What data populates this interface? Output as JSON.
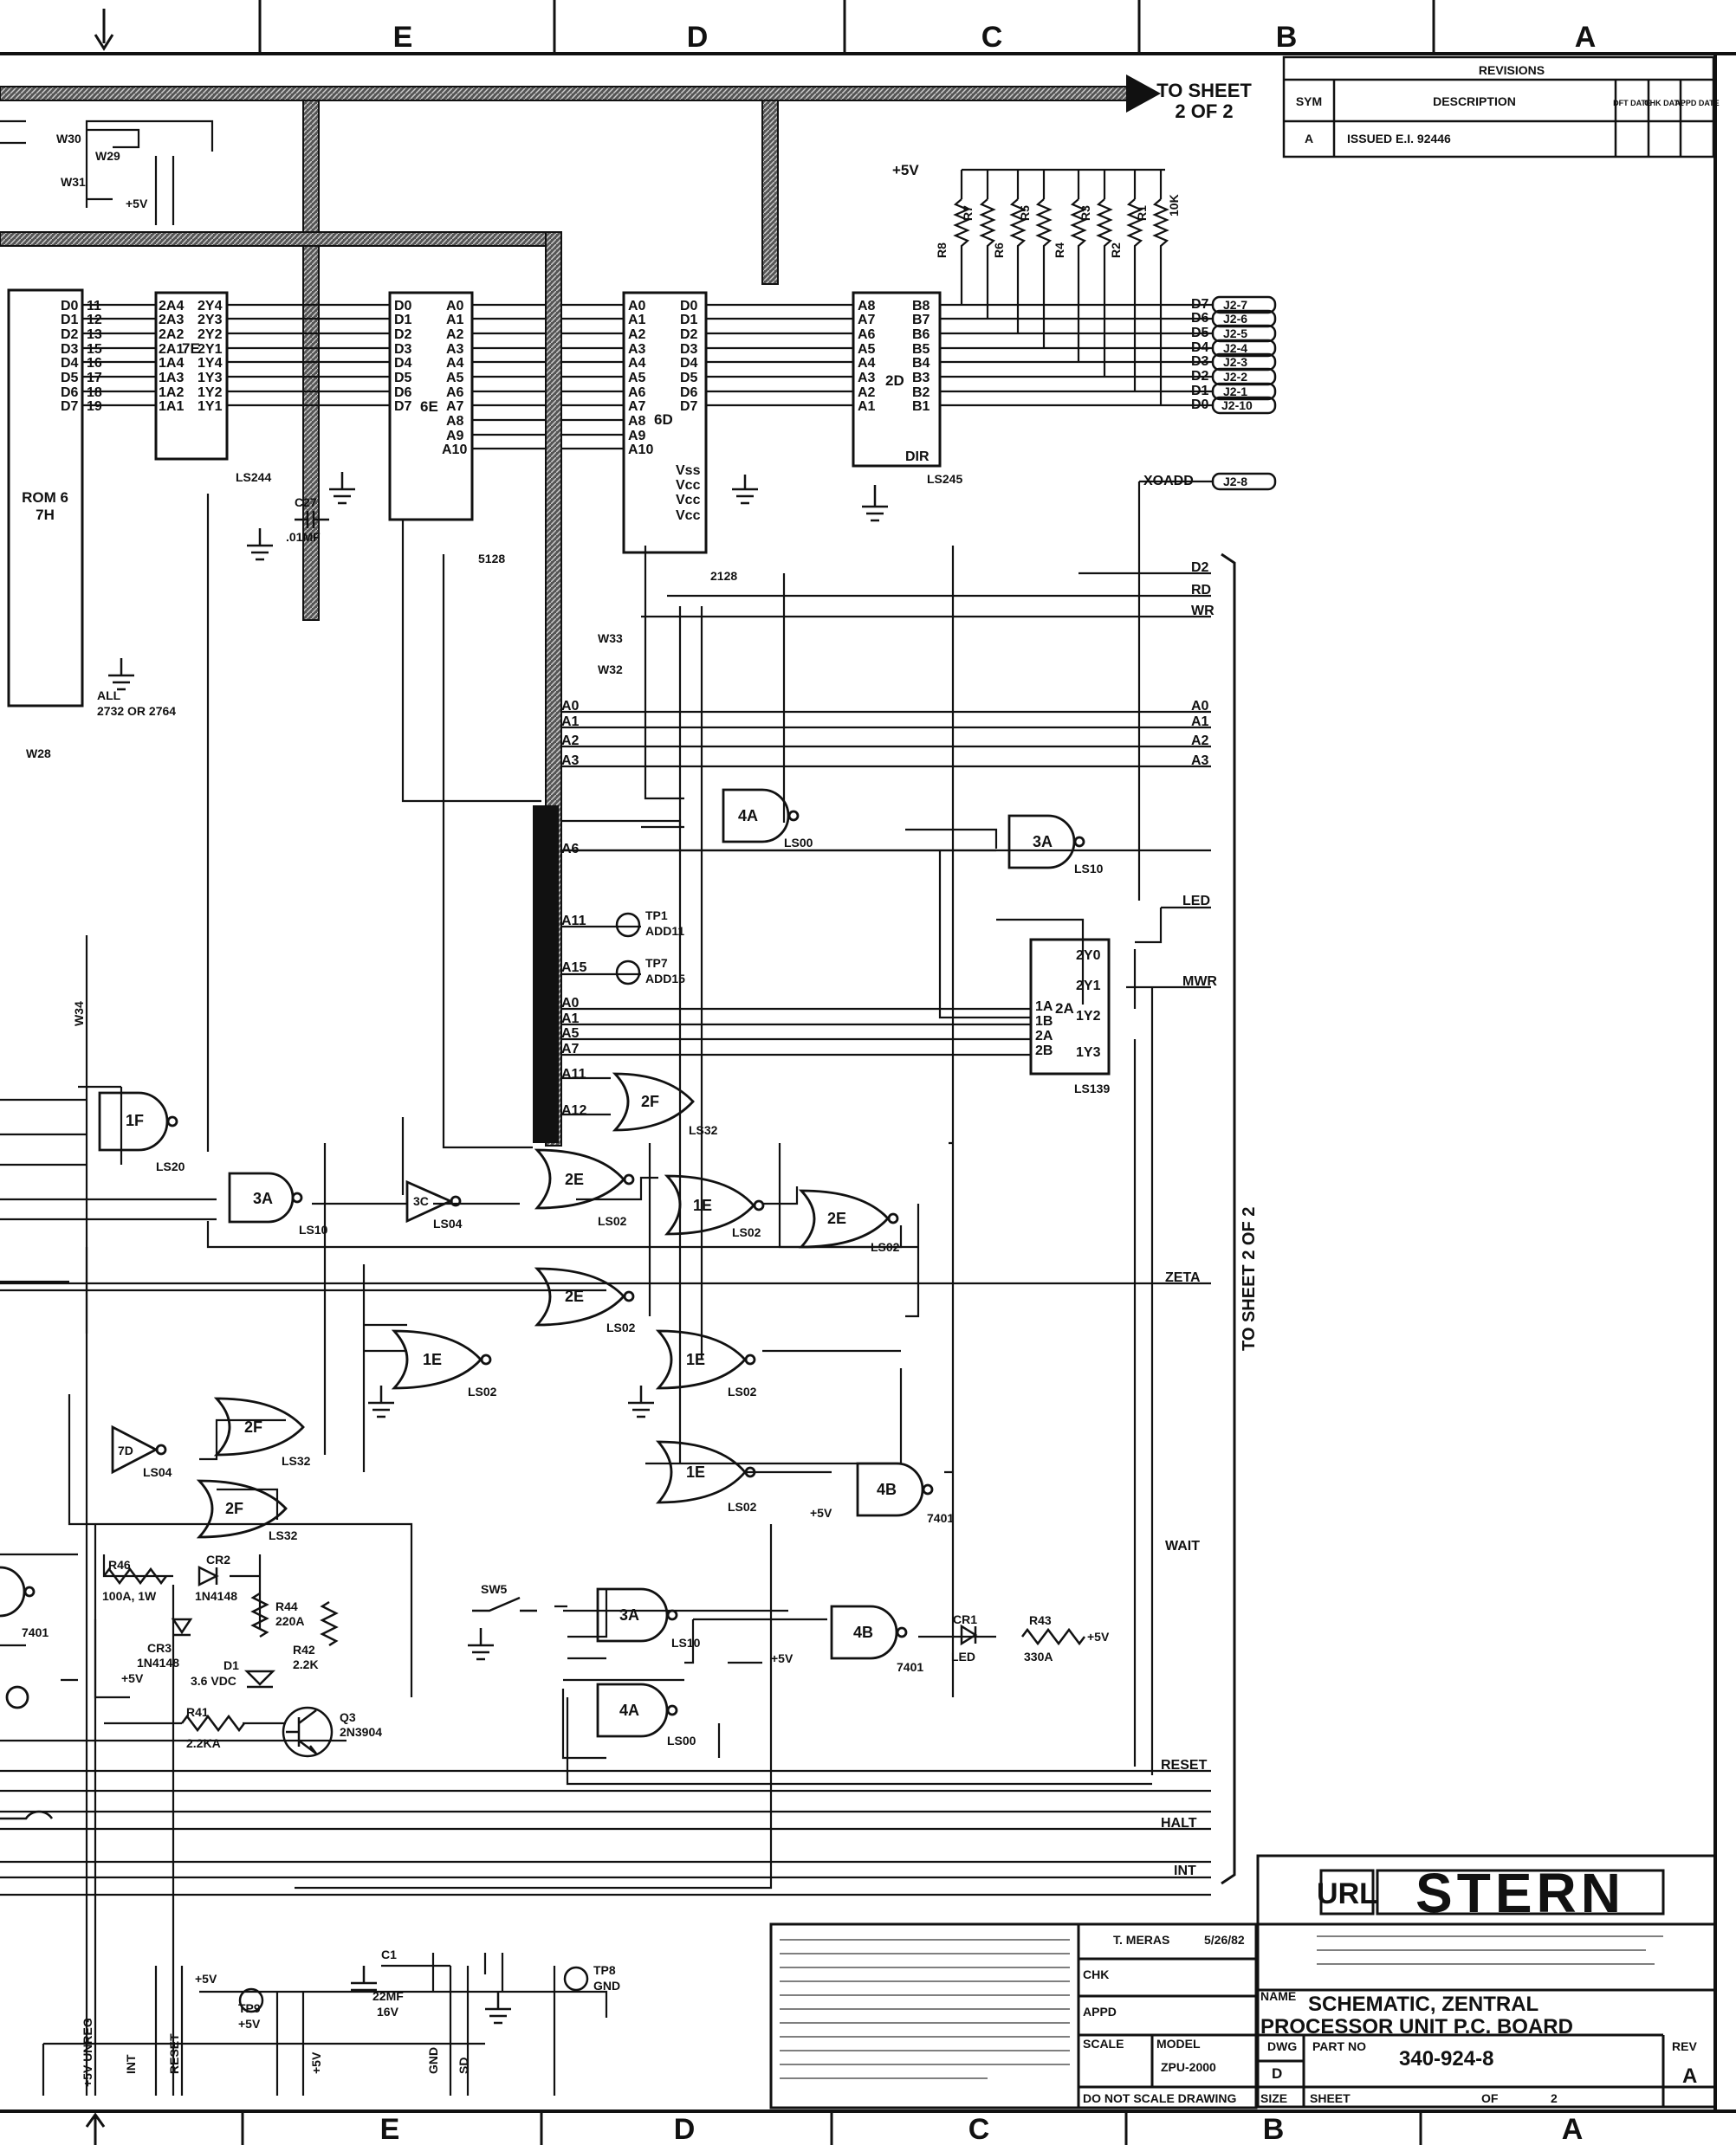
{
  "frame": {
    "zones_top": [
      "E",
      "D",
      "C",
      "B",
      "A"
    ],
    "zones_bottom": [
      "E",
      "D",
      "C",
      "B",
      "A"
    ]
  },
  "bus": {
    "to_sheet_label": "TO SHEET\n2 OF 2",
    "to_sheet_line1": "TO SHEET",
    "to_sheet_line2": "2 OF 2",
    "vertical_label": "TO SHEET 2 OF 2"
  },
  "revisions": {
    "title": "REVISIONS",
    "headers": [
      "SYM",
      "DESCRIPTION",
      "DFT DATE",
      "CHK DATE",
      "APPD DATE"
    ],
    "row": {
      "sym": "A",
      "description": "ISSUED E.I. 92446"
    }
  },
  "chips": {
    "rom": {
      "name": "ROM 6\n7H",
      "line1": "ROM 6",
      "line2": "7H",
      "note": "ALL\n2732 OR 2764",
      "note1": "ALL",
      "note2": "2732 OR 2764",
      "pins_left": [
        "D0",
        "D1",
        "D2",
        "D3",
        "D4",
        "D5",
        "D6",
        "D7"
      ],
      "pins_left_num": [
        "11",
        "12",
        "13",
        "15",
        "16",
        "17",
        "18",
        "19"
      ]
    },
    "ls244": {
      "label": "LS244",
      "ref": "7E",
      "left": [
        "2A4",
        "2A3",
        "2A2",
        "2A1",
        "1A4",
        "1A3",
        "1A2",
        "1A1"
      ],
      "right": [
        "2Y4",
        "2Y3",
        "2Y2",
        "2Y1",
        "1Y4",
        "1Y3",
        "1Y2",
        "1Y1"
      ]
    },
    "ram6e": {
      "ref": "6E",
      "type": "5128",
      "left": [
        "D0",
        "D1",
        "D2",
        "D3",
        "D4",
        "D5",
        "D6",
        "D7"
      ],
      "right": [
        "A0",
        "A1",
        "A2",
        "A3",
        "A4",
        "A5",
        "A6",
        "A7",
        "A8",
        "A9",
        "A10"
      ]
    },
    "ram6d": {
      "ref": "6D",
      "type": "2128",
      "left": [
        "A0",
        "A1",
        "A2",
        "A3",
        "A4",
        "A5",
        "A6",
        "A7",
        "A8",
        "A9",
        "A10"
      ],
      "right": [
        "D0",
        "D1",
        "D2",
        "D3",
        "D4",
        "D5",
        "D6",
        "D7",
        "Vss",
        "Vcc",
        "Vcc",
        "Vcc"
      ]
    },
    "ls245": {
      "label": "LS245",
      "ref": "2D",
      "left": [
        "A8",
        "A7",
        "A6",
        "A5",
        "A4",
        "A3",
        "A2",
        "A1"
      ],
      "right": [
        "B8",
        "B7",
        "B6",
        "B5",
        "B4",
        "B3",
        "B2",
        "B1"
      ],
      "dir": "DIR"
    },
    "ls139": {
      "label": "LS139",
      "ref": "2A",
      "left": [
        "1A",
        "1B",
        "2A",
        "2B"
      ],
      "right": [
        "2Y0",
        "2Y1",
        "1Y2",
        "1Y3"
      ]
    }
  },
  "resistors": {
    "supply": "+5V",
    "refs": [
      "R8",
      "R7",
      "R6",
      "R5",
      "R4",
      "R3",
      "R2",
      "R1"
    ],
    "value": "10K"
  },
  "connectors": [
    "J2-7",
    "J2-6",
    "J2-5",
    "J2-4",
    "J2-3",
    "J2-2",
    "J2-1",
    "J2-10",
    "J2-8"
  ],
  "labels": {
    "data_out": [
      "D7",
      "D6",
      "D5",
      "D4",
      "D3",
      "D2",
      "D1",
      "D0"
    ],
    "xoadd": "XOADD",
    "right_signals": [
      "D2",
      "RD",
      "WR",
      "A0",
      "A1",
      "A2",
      "A3",
      "LED",
      "MWR",
      "ZETA",
      "WAIT",
      "RESET",
      "HALT",
      "INT"
    ],
    "bus_left": [
      "A0",
      "A1",
      "A2",
      "A3",
      "A6",
      "A11",
      "A15",
      "A0",
      "A1",
      "A5",
      "A7",
      "A11",
      "A12"
    ],
    "testpoints": [
      "TP1\nADD11",
      "TP7\nADD15",
      "TP8\nGND",
      "TP9\n+5V"
    ],
    "tp1a": "TP1",
    "tp1b": "ADD11",
    "tp7a": "TP7",
    "tp7b": "ADD15",
    "tp8a": "TP8",
    "tp8b": "GND",
    "tp9a": "TP9",
    "tp9b": "+5V",
    "wires": [
      "W30",
      "W29",
      "W31",
      "W33",
      "W32",
      "W28",
      "W34"
    ],
    "cap": "C27",
    "cap_val": ".01MF",
    "plus5": "+5V"
  },
  "gates": [
    {
      "ref": "4A",
      "type": "LS00"
    },
    {
      "ref": "3A",
      "type": "LS10"
    },
    {
      "ref": "2F",
      "type": "LS32"
    },
    {
      "ref": "1F",
      "type": "LS20"
    },
    {
      "ref": "3A",
      "type": "LS10"
    },
    {
      "ref": "3C",
      "type": "LS04"
    },
    {
      "ref": "2E",
      "type": "LS02"
    },
    {
      "ref": "1E",
      "type": "LS02"
    },
    {
      "ref": "2E",
      "type": "LS02"
    },
    {
      "ref": "2E",
      "type": "LS02"
    },
    {
      "ref": "1E",
      "type": "LS02"
    },
    {
      "ref": "1E",
      "type": "LS02"
    },
    {
      "ref": "2F",
      "type": "LS32"
    },
    {
      "ref": "7D",
      "type": "LS04"
    },
    {
      "ref": "2F",
      "type": "LS32"
    },
    {
      "ref": "1E",
      "type": "LS02"
    },
    {
      "ref": "4B",
      "type": "7401"
    },
    {
      "ref": "3A",
      "type": "LS10"
    },
    {
      "ref": "4A",
      "type": "LS00"
    },
    {
      "ref": "4B",
      "type": "7401"
    }
  ],
  "reset_circuit": {
    "r46": "R46\n100A, 1W",
    "r46a": "R46",
    "r46b": "100A, 1W",
    "cr2": "CR2\n1N4148",
    "cr2a": "CR2",
    "cr2b": "1N4148",
    "cr3": "CR3\n1N4148",
    "cr3a": "CR3",
    "cr3b": "1N4148",
    "r44": "R44\n220A",
    "r44a": "R44",
    "r44b": "220A",
    "r42": "R42\n2.2K",
    "r42a": "R42",
    "r42b": "2.2K",
    "d1": "D1\n3.6 VDC",
    "d1a": "D1",
    "d1b": "3.6 VDC",
    "r41": "R41\n2.2KA",
    "r41a": "R41",
    "r41b": "2.2KA",
    "q3": "Q3\n2N3904",
    "q3a": "Q3",
    "q3b": "2N3904",
    "sw": "SW5",
    "cr1": "CR1\nLED",
    "cr1a": "CR1",
    "cr1b": "LED",
    "r43": "R43\n330A",
    "r43a": "R43",
    "r43b": "330A",
    "c1": "C1\n22MF\n16V",
    "c1a": "C1",
    "c1b": "22MF",
    "c1c": "16V",
    "plus5": "+5V",
    "gate74a": "7401"
  },
  "bottom_connectors": [
    "+5V UNREG",
    "INT",
    "RESET",
    "+5V",
    "GND",
    "SD"
  ],
  "title_block": {
    "logo_left": "URL",
    "logo_right": "STERN",
    "drawn_by": "T. MERAS",
    "drawn_date": "5/26/82",
    "name_label": "NAME",
    "title_line1": "SCHEMATIC, ZENTRAL",
    "title_line2": "PROCESSOR UNIT P.C. BOARD",
    "scale_label": "SCALE",
    "model_label": "MODEL",
    "model": "ZPU-2000",
    "dwg_label": "DWG",
    "size": "D",
    "size_label": "SIZE",
    "part_label": "PART NO",
    "part_no": "340-924-8",
    "rev_label": "REV",
    "rev": "A",
    "sheet_label": "SHEET",
    "of_label": "OF",
    "of_val": "2",
    "do_not_scale": "DO NOT SCALE DRAWING",
    "chk_label": "CHK",
    "appd_label": "APPD"
  }
}
